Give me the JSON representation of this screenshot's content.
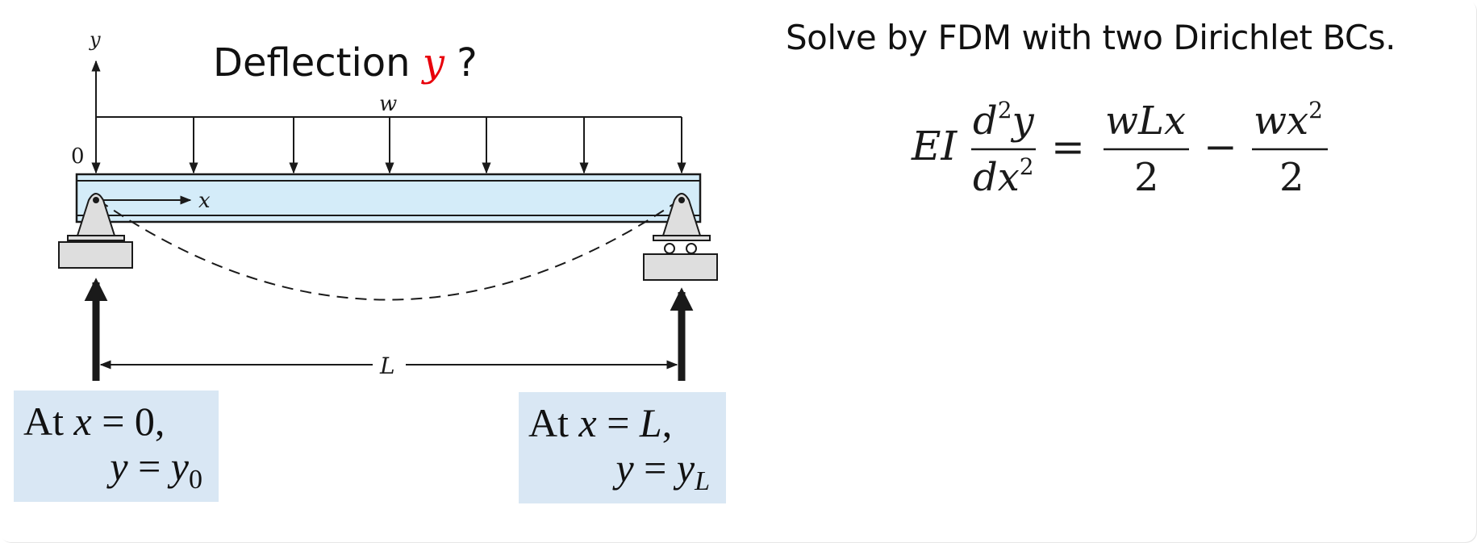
{
  "diagram": {
    "question_prefix": "Deflection ",
    "question_var": "y",
    "question_suffix": " ?",
    "axis_y_label": "y",
    "axis_x_label": "x",
    "origin_label": "0",
    "load_label": "w",
    "span_label": "L",
    "colors": {
      "beam_fill": "#d4ecf9",
      "question_var": "#e8000b",
      "bc_box": "#d9e7f4",
      "support_fill": "#dedede"
    }
  },
  "title": "Solve by FDM with two Dirichlet BCs.",
  "equation": {
    "lhs_coeff": "EI",
    "lhs_num_d": "d",
    "lhs_num_exp": "2",
    "lhs_num_var": "y",
    "lhs_den_var": "dx",
    "lhs_den_exp": "2",
    "equals": "=",
    "term1_num": "wLx",
    "term1_den": "2",
    "minus": "−",
    "term2_num": "wx",
    "term2_exp": "2",
    "term2_den": "2"
  },
  "bc_left": {
    "at": "At ",
    "x": "x",
    "eq1": " = 0,",
    "y": "y",
    "eq2": " = ",
    "y2": "y",
    "sub": "0"
  },
  "bc_right": {
    "at": "At ",
    "x": "x",
    "eq1": " = ",
    "L": "L",
    "comma": ",",
    "y": "y",
    "eq2": " = ",
    "y2": "y",
    "sub": "L"
  }
}
